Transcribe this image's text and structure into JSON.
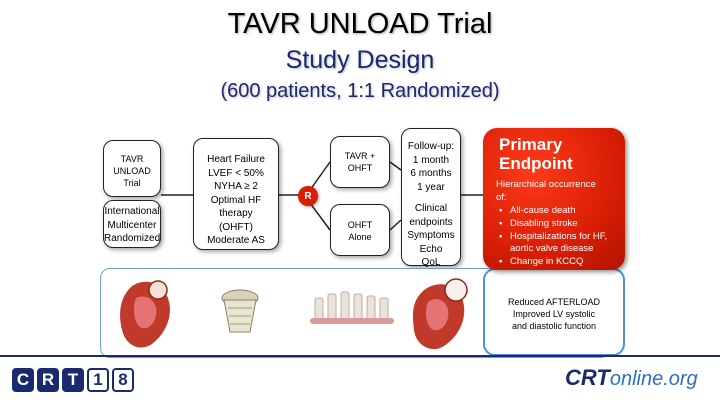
{
  "title": "TAVR UNLOAD Trial",
  "subtitle": "Study Design",
  "subsubtitle": "(600 patients, 1:1 Randomized)",
  "trial_box": [
    "TAVR",
    "UNLOAD",
    "Trial"
  ],
  "center_box": [
    "International",
    "Multicenter",
    "Randomized"
  ],
  "population_box": [
    "Heart Failure",
    "LVEF < 50%",
    "NYHA ≥ 2",
    "Optimal HF",
    "therapy",
    "(OHFT)",
    "Moderate AS"
  ],
  "randomize_label": "R",
  "arm1": [
    "TAVR +",
    "OHFT"
  ],
  "arm2": [
    "OHFT",
    "Alone"
  ],
  "followup_box": [
    "Follow-up:",
    "1 month",
    "6 months",
    "1 year",
    "",
    "Clinical",
    "endpoints",
    "Symptoms",
    "Echo",
    "QoL"
  ],
  "primary_endpoint": {
    "title": [
      "Primary",
      "Endpoint"
    ],
    "intro": [
      "Hierarchical occurrence",
      "of:"
    ],
    "items": [
      "All-cause death",
      "Disabling stroke",
      "Hospitalizations for HF, aortic valve disease",
      "Change in KCCQ"
    ]
  },
  "mechanism_text": [
    "Reduced AFTERLOAD",
    "Improved LV systolic",
    "and diastolic function"
  ],
  "logo_left": [
    "C",
    "R",
    "T",
    "1",
    "8"
  ],
  "logo_right": {
    "prefix": "CRT",
    "suffix": "online.org"
  },
  "colors": {
    "primary_red": "#d81e05",
    "navy": "#1a2a6e",
    "blue_border": "#4f8fd6"
  }
}
